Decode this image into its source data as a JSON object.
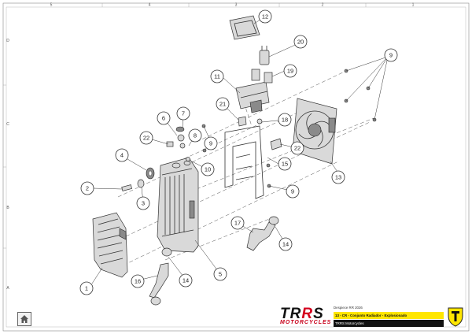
{
  "frame": {
    "columns": [
      "5",
      "4",
      "3",
      "2",
      "1"
    ],
    "rows": [
      "D",
      "C",
      "B",
      "A"
    ]
  },
  "callouts": [
    "1",
    "2",
    "3",
    "4",
    "5",
    "6",
    "7",
    "8",
    "9",
    "9",
    "9",
    "10",
    "11",
    "12",
    "13",
    "14",
    "14",
    "15",
    "16",
    "17",
    "18",
    "19",
    "20",
    "21",
    "22",
    "22"
  ],
  "title_block": {
    "brand": "TRRS",
    "brand_sub": "MOTORCYCLES",
    "part_ref": "Despiece RR 2026",
    "title": "13 - CR - Conjunto Radiador - Explosionado",
    "company": "TRRS Motorcycles"
  },
  "colors": {
    "title_highlight": "#ffe600",
    "brand_accent": "#d4001e",
    "line": "#333333"
  },
  "icons": {
    "home": "home-icon",
    "shield": "trrs-shield-logo"
  }
}
